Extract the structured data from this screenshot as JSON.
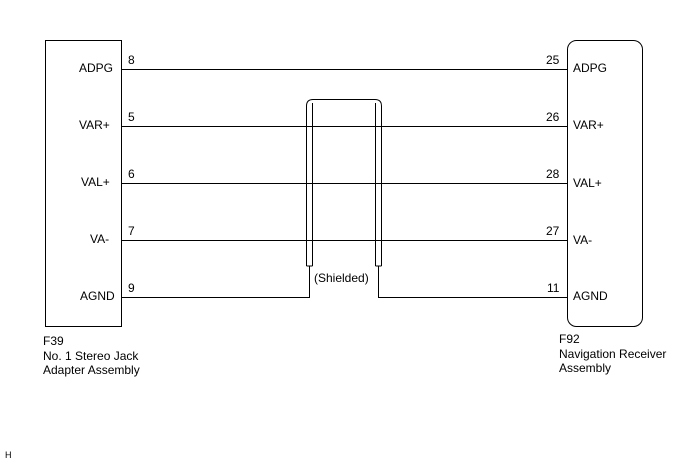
{
  "left_component": {
    "code": "F39",
    "name_line1": "No. 1 Stereo Jack",
    "name_line2": "Adapter Assembly",
    "terminals": [
      {
        "pin": "8",
        "signal": "ADPG"
      },
      {
        "pin": "5",
        "signal": "VAR+"
      },
      {
        "pin": "6",
        "signal": "VAL+"
      },
      {
        "pin": "7",
        "signal": "VA-"
      },
      {
        "pin": "9",
        "signal": "AGND"
      }
    ]
  },
  "right_component": {
    "code": "F92",
    "name_line1": "Navigation Receiver",
    "name_line2": "Assembly",
    "terminals": [
      {
        "pin": "25",
        "signal": "ADPG"
      },
      {
        "pin": "26",
        "signal": "VAR+"
      },
      {
        "pin": "28",
        "signal": "VAL+"
      },
      {
        "pin": "27",
        "signal": "VA-"
      },
      {
        "pin": "11",
        "signal": "AGND"
      }
    ]
  },
  "shield_label": "(Shielded)",
  "footer_code": "H"
}
